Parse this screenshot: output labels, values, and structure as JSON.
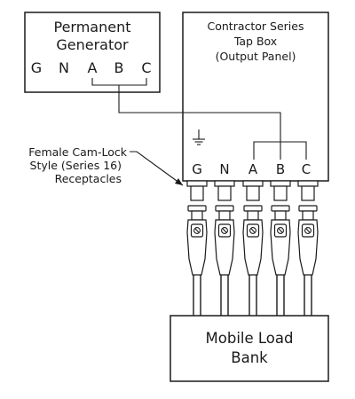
{
  "generator": {
    "title_line1": "Permanent",
    "title_line2": "Generator",
    "terminals": [
      "G",
      "N",
      "A",
      "B",
      "C"
    ]
  },
  "tapbox": {
    "title_line1": "Contractor Series",
    "title_line2": "Tap Box",
    "title_line3": "(Output Panel)",
    "terminals": [
      "G",
      "N",
      "A",
      "B",
      "C"
    ]
  },
  "receptacle_label": {
    "line1": "Female Cam-Lock",
    "line2": "Style (Series 16)",
    "line3": "Receptacles"
  },
  "load_bank": {
    "line1": "Mobile Load",
    "line2": "Bank"
  },
  "icons": {
    "ground": "ground-symbol-icon",
    "connector": "cam-lock-connector-icon",
    "lock": "lock-key-icon"
  },
  "colors": {
    "line": "#1a1a1a",
    "background": "#ffffff"
  }
}
